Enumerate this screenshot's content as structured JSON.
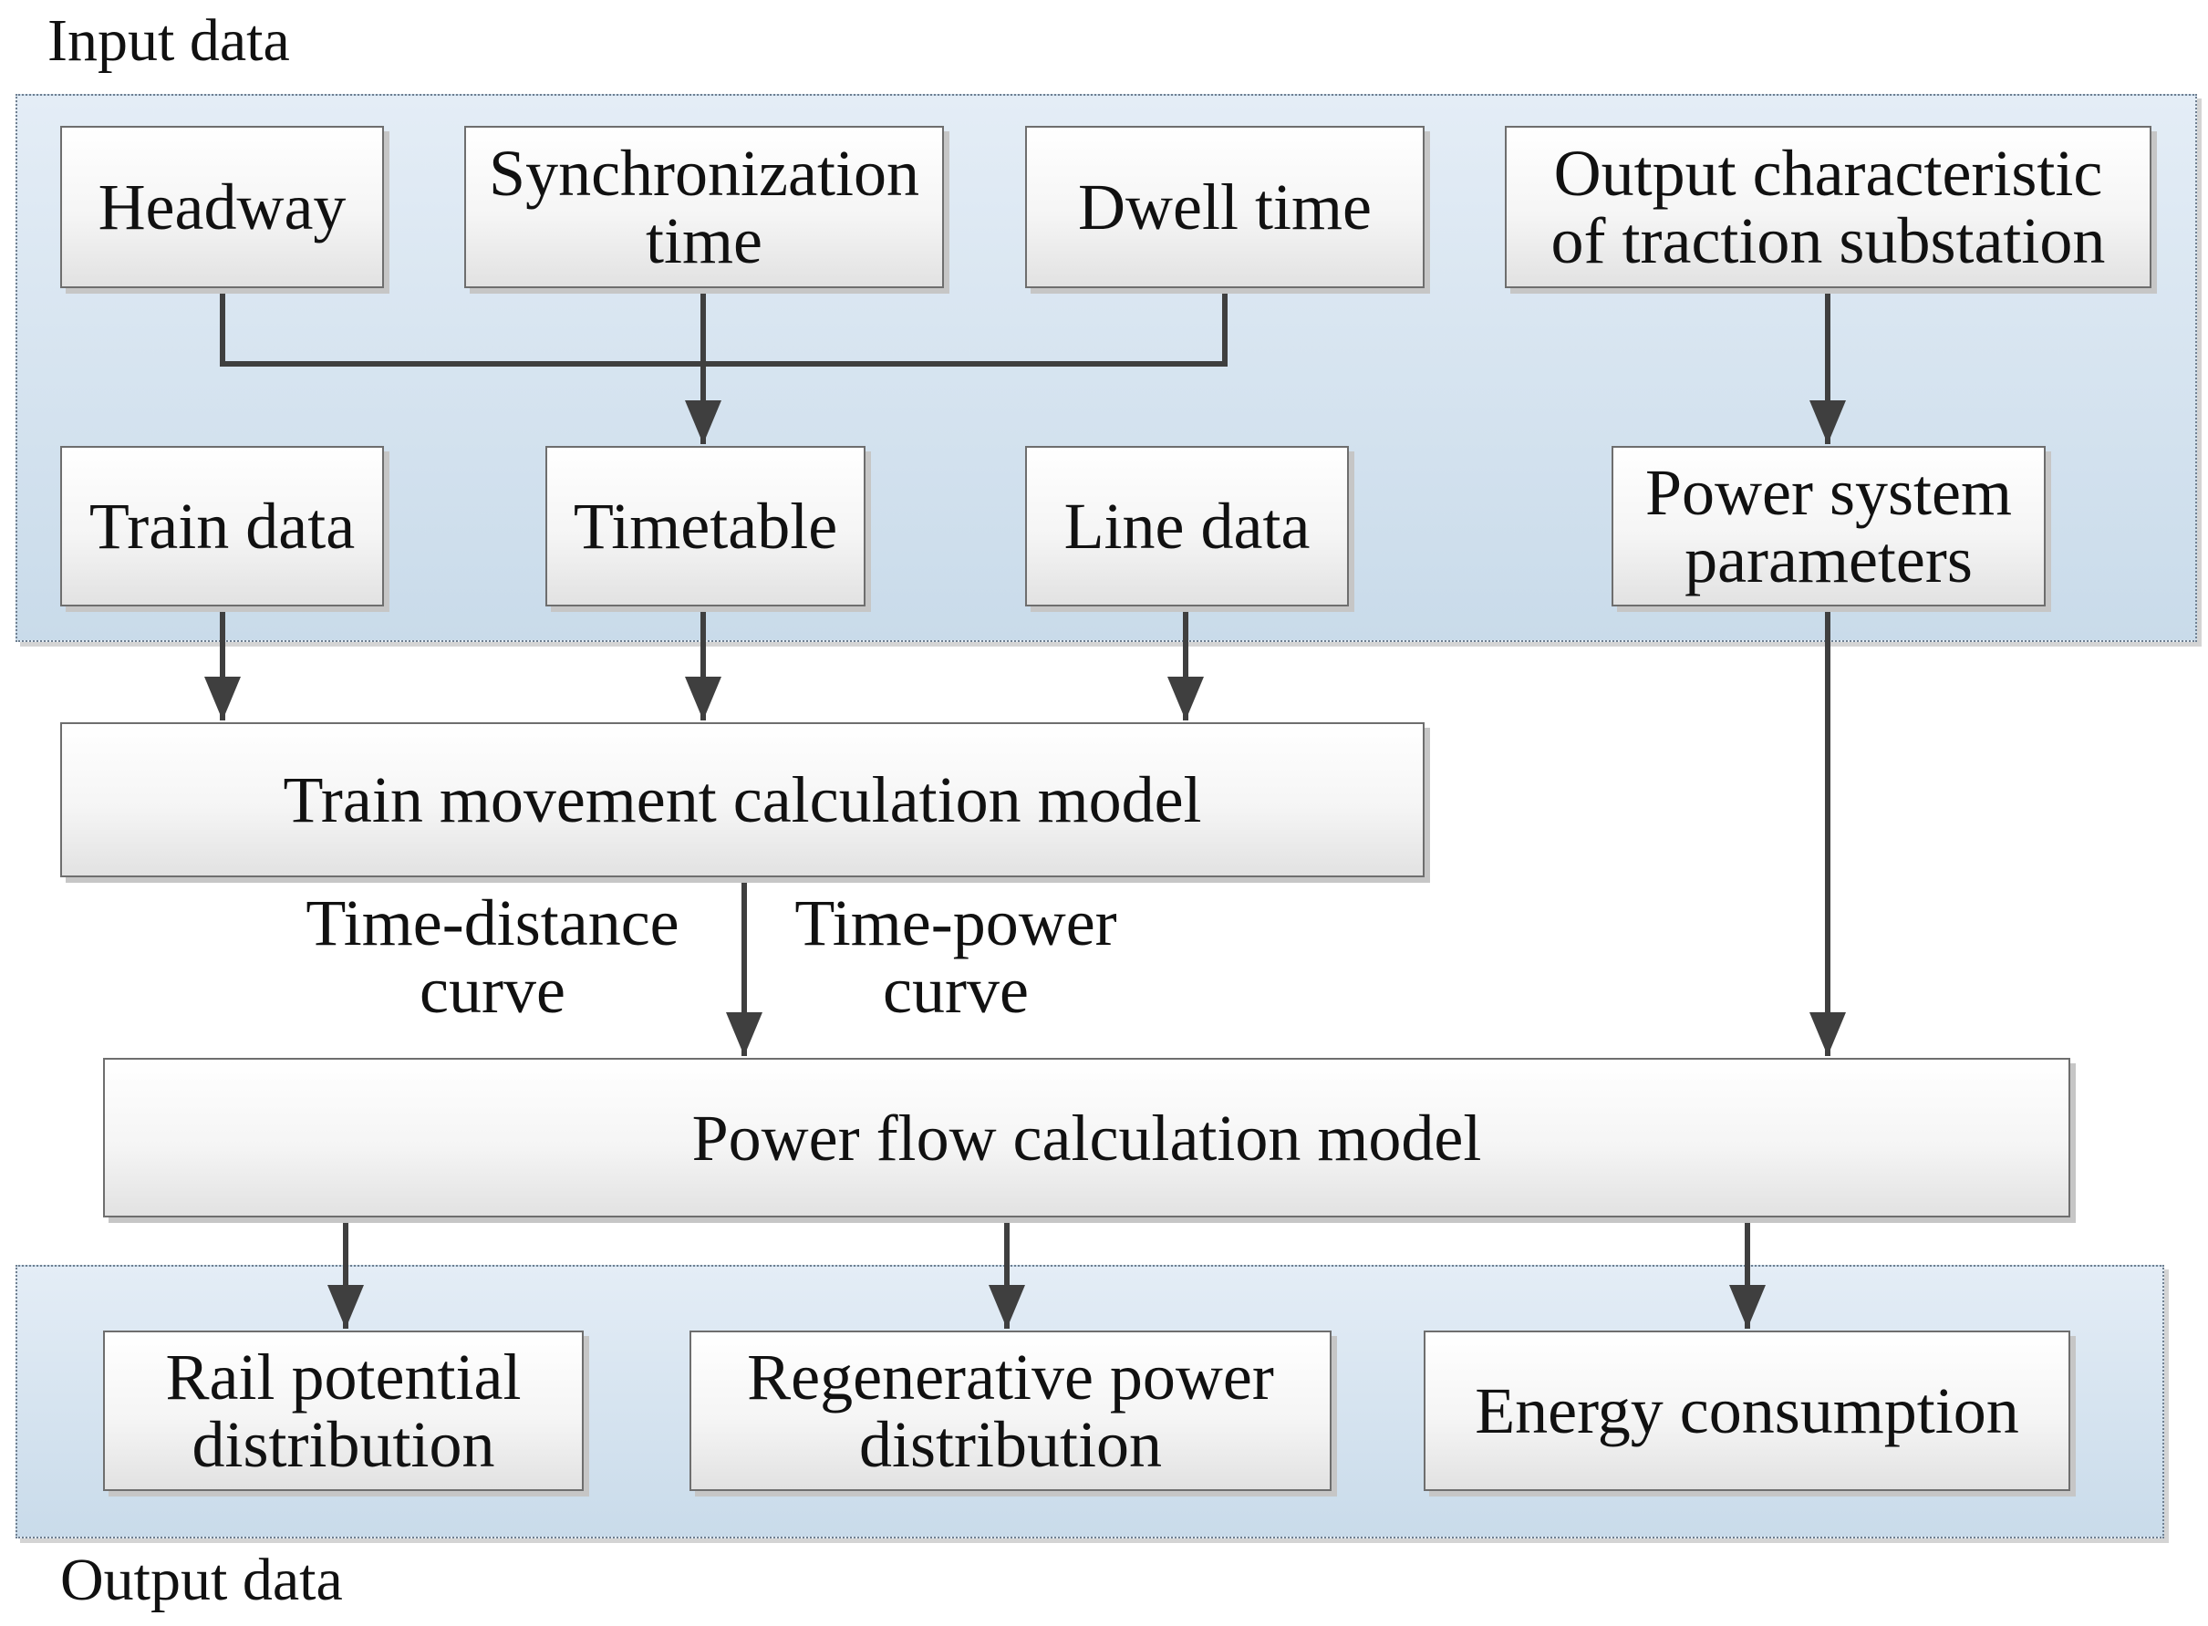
{
  "regions": {
    "input_label": "Input data",
    "output_label": "Output data"
  },
  "boxes": {
    "headway": "Headway",
    "synchronization": "Synchronization\ntime",
    "dwell": "Dwell time",
    "output_char": "Output characteristic\nof traction substation",
    "train_data": "Train data",
    "timetable": "Timetable",
    "line_data": "Line data",
    "power_params": "Power system\nparameters",
    "train_movement": "Train movement calculation model",
    "power_flow": "Power flow calculation model",
    "rail_potential": "Rail potential\ndistribution",
    "regen_power": "Regenerative power\ndistribution",
    "energy": "Energy consumption"
  },
  "edge_labels": {
    "time_distance": "Time-distance\ncurve",
    "time_power": "Time-power\ncurve"
  },
  "colors": {
    "region_fill_top": "#e4edf6",
    "region_fill_bottom": "#c9dbea",
    "connector": "#3f3f3f"
  }
}
